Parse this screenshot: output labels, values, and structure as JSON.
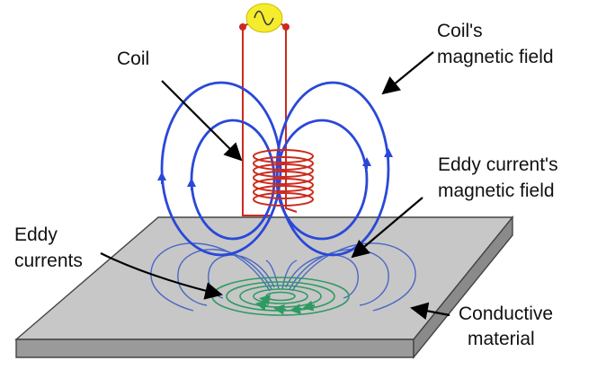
{
  "labels": {
    "coil": "Coil",
    "coil_field_line1": "Coil's",
    "coil_field_line2": "magnetic field",
    "eddy_field_line1": "Eddy current's",
    "eddy_field_line2": "magnetic field",
    "eddy_currents_line1": "Eddy",
    "eddy_currents_line2": "currents",
    "material_line1": "Conductive",
    "material_line2": "material"
  },
  "icons": {
    "ac_source": "sine-wave-icon"
  },
  "colors": {
    "coil_wire": "#cc2a1e",
    "coil_field": "#2a48d8",
    "eddy_field": "#4a67c4",
    "eddy_currents": "#2f9a62",
    "plate_top": "#c7c7c7",
    "plate_side": "#9a9a9a",
    "ac_source": "#f4ec2c"
  }
}
